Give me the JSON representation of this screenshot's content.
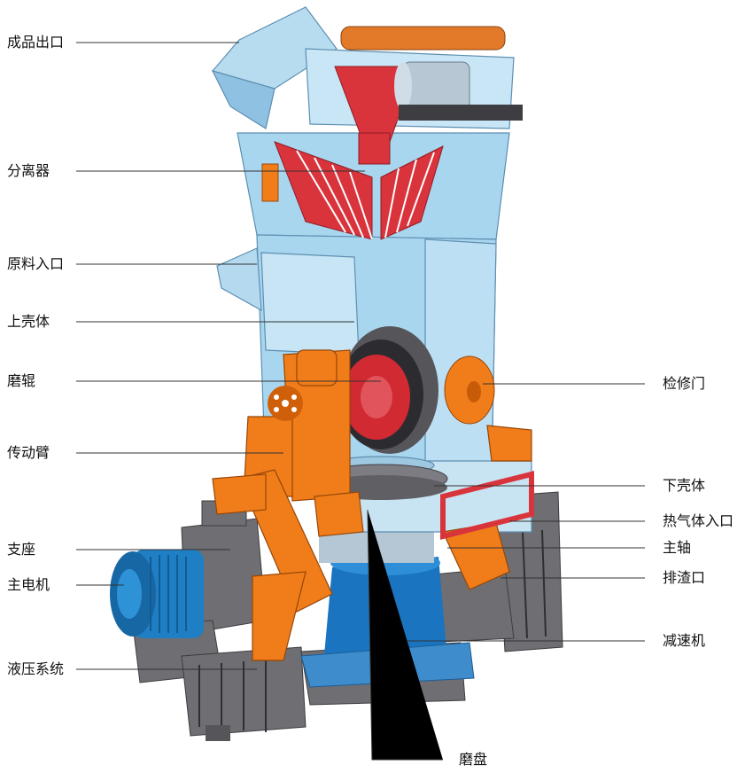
{
  "labels": {
    "product_outlet": "成品出口",
    "separator": "分离器",
    "feed_inlet": "原料入口",
    "upper_housing": "上壳体",
    "grinding_roller": "磨辊",
    "drive_arm": "传动臂",
    "support_base": "支座",
    "main_motor": "主电机",
    "hydraulic_system": "液压系统",
    "inspection_door": "检修门",
    "lower_housing": "下壳体",
    "hot_gas_inlet": "热气体入口",
    "main_shaft": "主轴",
    "slag_outlet": "排渣口",
    "reducer": "减速机",
    "grinding_table": "磨盘"
  },
  "colors": {
    "housing_blue": "#a9d6ef",
    "separator_red": "#d9333c",
    "arm_orange": "#f07d1a",
    "base_grey": "#6f6f74",
    "motor_blue": "#1f7fc4",
    "reducer_blue": "#1a74c0"
  }
}
